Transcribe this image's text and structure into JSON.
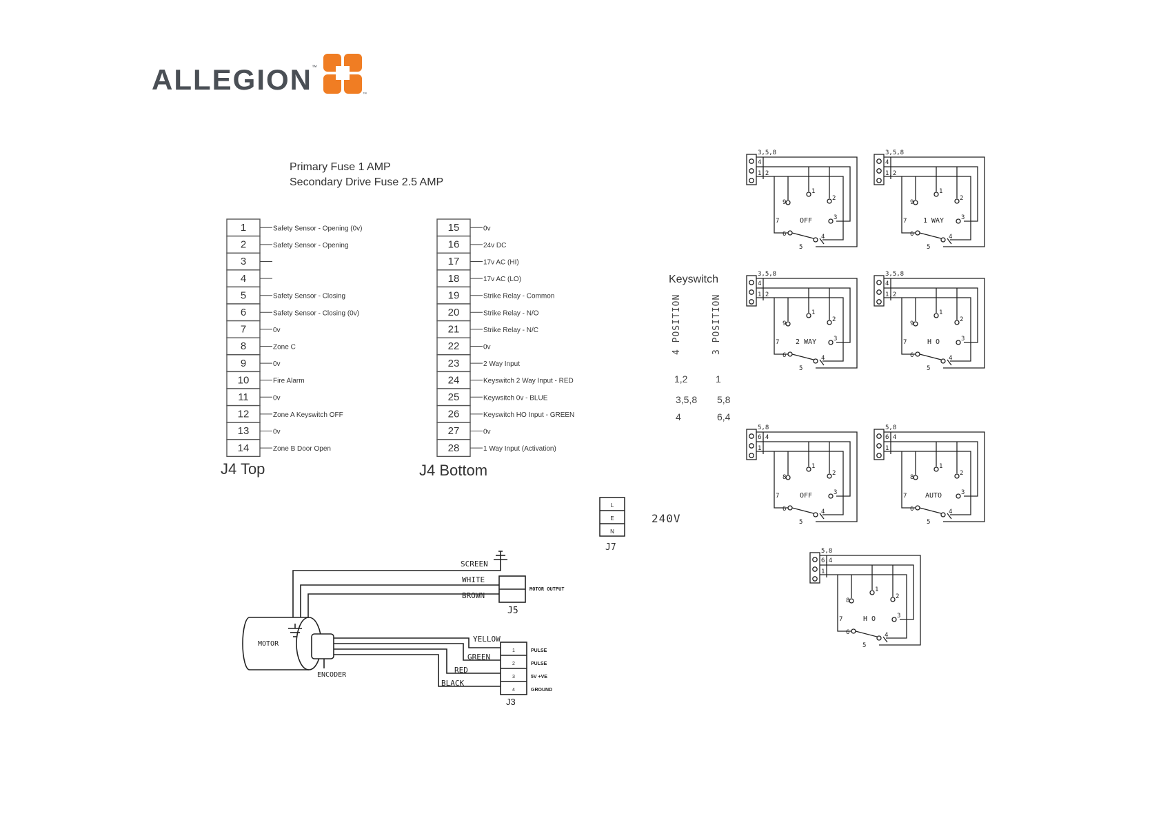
{
  "logo": {
    "word": "ALLEGION",
    "tm": "™",
    "colors": {
      "text": "#4a4f55",
      "mark": "#f07d23"
    }
  },
  "fuse_note": {
    "line1": "Primary Fuse 1 AMP",
    "line2": "Secondary Drive Fuse 2.5 AMP"
  },
  "j4_top": {
    "title": "J4 Top",
    "pins": [
      {
        "n": "1",
        "label": "Safety Sensor - Opening (0v)"
      },
      {
        "n": "2",
        "label": "Safety Sensor - Opening"
      },
      {
        "n": "3",
        "label": ""
      },
      {
        "n": "4",
        "label": ""
      },
      {
        "n": "5",
        "label": "Safety Sensor - Closing"
      },
      {
        "n": "6",
        "label": "Safety Sensor - Closing (0v)"
      },
      {
        "n": "7",
        "label": "0v"
      },
      {
        "n": "8",
        "label": "Zone C"
      },
      {
        "n": "9",
        "label": "0v"
      },
      {
        "n": "10",
        "label": "Fire Alarm"
      },
      {
        "n": "11",
        "label": "0v"
      },
      {
        "n": "12",
        "label": "Zone A Keyswitch OFF"
      },
      {
        "n": "13",
        "label": "0v"
      },
      {
        "n": "14",
        "label": "Zone B Door Open"
      }
    ]
  },
  "j4_bottom": {
    "title": "J4 Bottom",
    "pins": [
      {
        "n": "15",
        "label": "0v"
      },
      {
        "n": "16",
        "label": "24v DC"
      },
      {
        "n": "17",
        "label": "17v AC (HI)"
      },
      {
        "n": "18",
        "label": "17v AC (LO)"
      },
      {
        "n": "19",
        "label": "Strike Relay - Common"
      },
      {
        "n": "20",
        "label": "Strike Relay - N/O"
      },
      {
        "n": "21",
        "label": "Strike Relay - N/C"
      },
      {
        "n": "22",
        "label": "0v"
      },
      {
        "n": "23",
        "label": "2 Way Input"
      },
      {
        "n": "24",
        "label": "Keyswitch 2 Way Input - RED"
      },
      {
        "n": "25",
        "label": "Keywsitch 0v - BLUE"
      },
      {
        "n": "26",
        "label": "Keyswitch HO Input - GREEN"
      },
      {
        "n": "27",
        "label": "0v"
      },
      {
        "n": "28",
        "label": "1 Way Input (Activation)"
      }
    ]
  },
  "keyswitch": {
    "title": "Keyswitch",
    "col1": "4 POSITION",
    "col2": "3 POSITION",
    "rows": [
      {
        "a": "1,2",
        "b": "1"
      },
      {
        "a": "3,5,8",
        "b": "5,8"
      },
      {
        "a": "4",
        "b": "6,4"
      }
    ]
  },
  "switches4": [
    {
      "top": "3,5,8",
      "mid1": "4",
      "mid2": "1,2",
      "mode": "OFF"
    },
    {
      "top": "3,5,8",
      "mid1": "4",
      "mid2": "1,2",
      "mode": "1 WAY"
    },
    {
      "top": "3,5,8",
      "mid1": "4",
      "mid2": "1,2",
      "mode": "2 WAY"
    },
    {
      "top": "3,5,8",
      "mid1": "4",
      "mid2": "1,2",
      "mode": "H O"
    }
  ],
  "switches3": [
    {
      "top": "5,8",
      "mid1": "6,4",
      "mid2": "1",
      "mode": "OFF"
    },
    {
      "top": "5,8",
      "mid1": "6,4",
      "mid2": "1",
      "mode": "AUTO"
    },
    {
      "top": "5,8",
      "mid1": "6,4",
      "mid2": "1",
      "mode": "H O"
    }
  ],
  "contact_nums4": {
    "n1": "1",
    "n2": "2",
    "n3": "3",
    "n4": "4",
    "n5": "5",
    "n6": "6",
    "n7": "7",
    "n9": "9"
  },
  "contact_nums3": {
    "n1": "1",
    "n2": "2",
    "n3": "3",
    "n4": "4",
    "n5": "5",
    "n6": "6",
    "n7": "7",
    "n8": "8"
  },
  "j7": {
    "name": "J7",
    "pins": [
      "L",
      "E",
      "N"
    ],
    "voltage": "240V"
  },
  "motor": {
    "motor_label": "MOTOR",
    "encoder_label": "ENCODER",
    "screen": "SCREEN",
    "white": "WHITE",
    "brown": "BROWN",
    "j5": "J5",
    "j5_label": "MOTOR OUTPUT",
    "yellow": "YELLOW",
    "green": "GREEN",
    "red": "RED",
    "black": "BLACK",
    "j3": "J3",
    "j3_pins": [
      "1",
      "2",
      "3",
      "4"
    ],
    "j3_labels": [
      "PULSE",
      "PULSE",
      "5V +VE",
      "GROUND"
    ]
  }
}
